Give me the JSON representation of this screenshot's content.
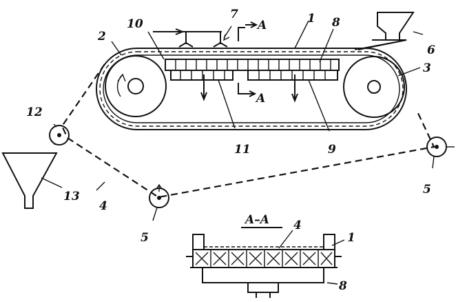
{
  "labels": {
    "belt": "1",
    "left_drum": "2",
    "right_drum": "3",
    "return_belt": "4",
    "idler_bottom": "5",
    "idler_right": "5",
    "hopper": "6",
    "supply_valve": "7",
    "vacuum_box": "8",
    "collector": "9",
    "chambers": "10",
    "outlets": "11",
    "roller_12": "12",
    "funnel": "13"
  },
  "section": {
    "marker_top": "A",
    "marker_bottom": "A",
    "title": "A–A",
    "belt": "4",
    "sidewall": "1",
    "box": "8"
  }
}
